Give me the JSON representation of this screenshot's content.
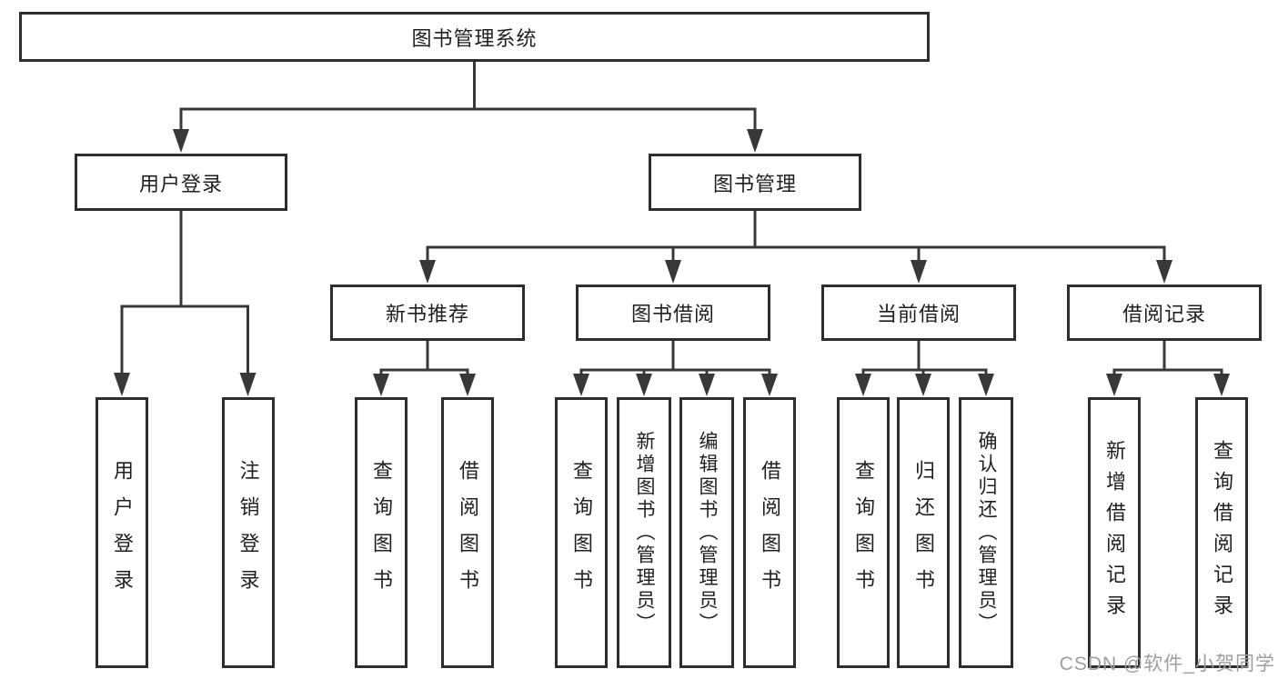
{
  "diagram": {
    "root": {
      "label": "图书管理系统",
      "children": [
        {
          "label": "用户登录",
          "children": [
            {
              "label": "用户登录"
            },
            {
              "label": "注销登录"
            }
          ]
        },
        {
          "label": "图书管理",
          "children": [
            {
              "label": "新书推荐",
              "children": [
                {
                  "label": "查询图书"
                },
                {
                  "label": "借阅图书"
                }
              ]
            },
            {
              "label": "图书借阅",
              "children": [
                {
                  "label": "查询图书"
                },
                {
                  "label": "新增图书（管理员）"
                },
                {
                  "label": "编辑图书（管理员）"
                },
                {
                  "label": "借阅图书"
                }
              ]
            },
            {
              "label": "当前借阅",
              "children": [
                {
                  "label": "查询图书"
                },
                {
                  "label": "归还图书"
                },
                {
                  "label": "确认归还（管理员）"
                }
              ]
            },
            {
              "label": "借阅记录",
              "children": [
                {
                  "label": "新增借阅记录"
                },
                {
                  "label": "查询借阅记录"
                }
              ]
            }
          ]
        }
      ]
    },
    "colors": {
      "line": "#383838",
      "box_border": "#2d2d2d",
      "box_fill": "#ffffff",
      "text": "#1f1f1f",
      "background": "#ffffff"
    }
  },
  "watermark": {
    "text": "CSDN @软件_小贺同学",
    "color": "#9e9e9e"
  }
}
